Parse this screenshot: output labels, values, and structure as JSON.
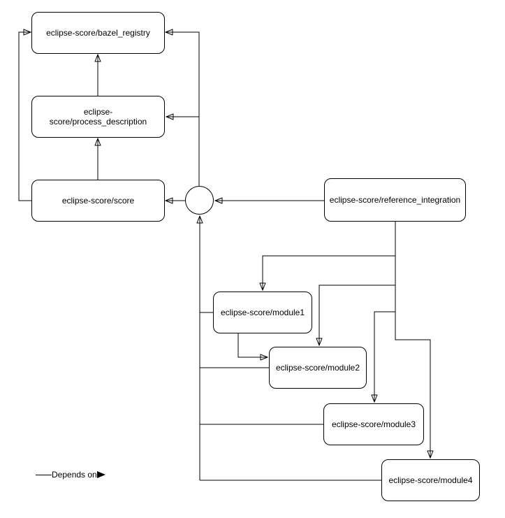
{
  "nodes": {
    "bazel_registry": {
      "label": "eclipse-score/bazel_registry"
    },
    "process_description": {
      "label": "eclipse-score/process_description"
    },
    "score": {
      "label": "eclipse-score/score"
    },
    "reference_integration": {
      "label": "eclipse-score/reference_integration"
    },
    "module1": {
      "label": "eclipse-score/module1"
    },
    "module2": {
      "label": "eclipse-score/module2"
    },
    "module3": {
      "label": "eclipse-score/module3"
    },
    "module4": {
      "label": "eclipse-score/module4"
    }
  },
  "junction": {
    "role": "edge-merge-point"
  },
  "edges": [
    {
      "from": "eclipse-score/score",
      "to": "eclipse-score/bazel_registry"
    },
    {
      "from": "eclipse-score/score",
      "to": "eclipse-score/process_description"
    },
    {
      "from": "eclipse-score/process_description",
      "to": "eclipse-score/bazel_registry"
    },
    {
      "from": "junction",
      "to": "eclipse-score/score"
    },
    {
      "from": "junction",
      "to": "eclipse-score/process_description"
    },
    {
      "from": "junction",
      "to": "eclipse-score/bazel_registry"
    },
    {
      "from": "eclipse-score/reference_integration",
      "to": "junction"
    },
    {
      "from": "eclipse-score/reference_integration",
      "to": "eclipse-score/module1"
    },
    {
      "from": "eclipse-score/reference_integration",
      "to": "eclipse-score/module2"
    },
    {
      "from": "eclipse-score/reference_integration",
      "to": "eclipse-score/module3"
    },
    {
      "from": "eclipse-score/reference_integration",
      "to": "eclipse-score/module4"
    },
    {
      "from": "eclipse-score/module1",
      "to": "eclipse-score/module2"
    },
    {
      "from": "eclipse-score/module1",
      "to": "junction"
    },
    {
      "from": "eclipse-score/module2",
      "to": "junction"
    },
    {
      "from": "eclipse-score/module3",
      "to": "junction"
    },
    {
      "from": "eclipse-score/module4",
      "to": "junction"
    }
  ],
  "legend": {
    "label": "Depends on"
  },
  "colors": {
    "background": "#ffffff",
    "node_fill": "#ffffff",
    "node_stroke": "#000000",
    "edge_stroke": "#000000",
    "text": "#000000"
  }
}
